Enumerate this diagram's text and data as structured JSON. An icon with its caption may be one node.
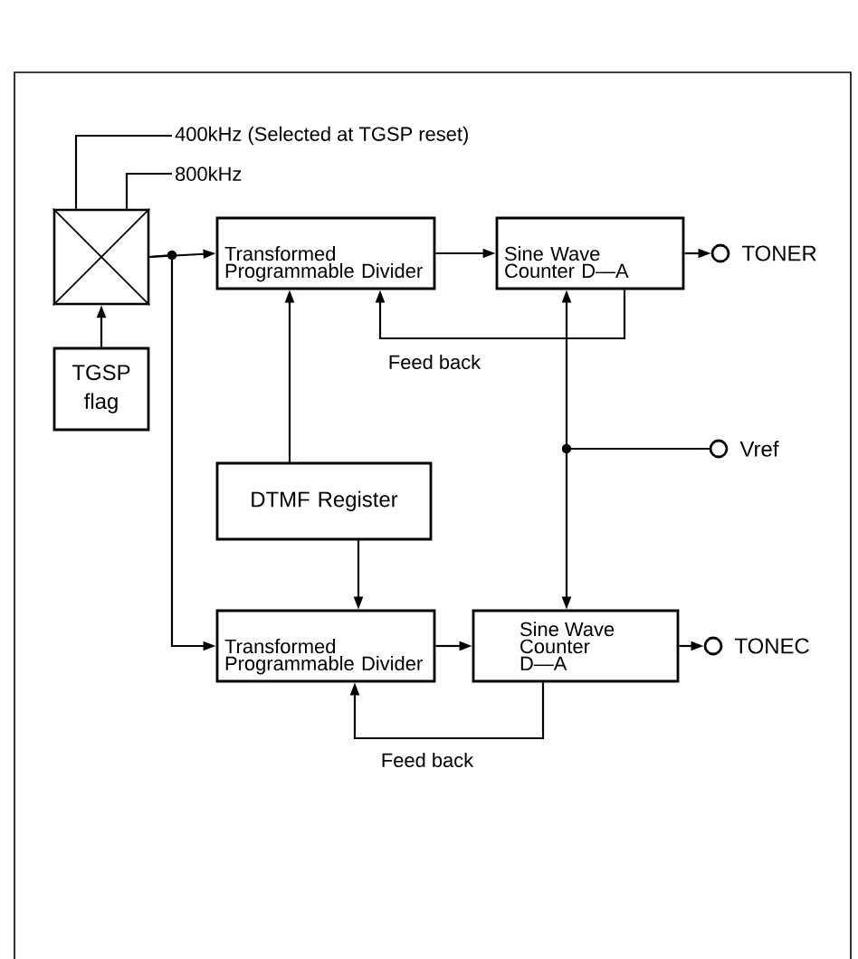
{
  "diagram": {
    "nodes": [
      {
        "text": [],
        "shape": "box"
      },
      {
        "text": [
          "TGSP flag"
        ]
      },
      {
        "text": [
          "Transformed Programmable Divider"
        ]
      },
      {
        "text": [
          "Sine Wave Counter D—A"
        ]
      },
      {
        "text": [
          "DTMF Register"
        ]
      },
      {
        "text": [
          "Transformed Programmable Divider"
        ]
      },
      {
        "text": [
          "Sine Wave Counter D—A"
        ]
      },
      {
        "text": [],
        "shape": "circle",
        "beside": [
          "TONER"
        ]
      },
      {
        "text": [],
        "shape": "circle",
        "beside": [
          "Vref"
        ]
      },
      {
        "text": [],
        "shape": "circle",
        "beside": [
          "TONEC"
        ]
      },
      {
        "text": [
          "400kHz (Selected at TGSP reset)"
        ]
      },
      {
        "text": [
          "800kHz"
        ]
      }
    ],
    "edges": [
      {
        "from": 1,
        "to": 0,
        "arrow": "to"
      },
      {
        "from": 0,
        "to": 2,
        "arrow": "to"
      },
      {
        "from": 0,
        "to": 5,
        "arrow": "to"
      },
      {
        "from": 2,
        "to": 3,
        "arrow": "to"
      },
      {
        "from": 3,
        "to": 7,
        "arrow": "to"
      },
      {
        "from": 3,
        "to": 2,
        "arrow": "to",
        "label": "Feed back"
      },
      {
        "from": 4,
        "to": 2,
        "arrow": "to"
      },
      {
        "from": 4,
        "to": 5,
        "arrow": "to"
      },
      {
        "from": 5,
        "to": 6,
        "arrow": "to"
      },
      {
        "from": 6,
        "to": 9,
        "arrow": "to"
      },
      {
        "from": 6,
        "to": 5,
        "arrow": "to",
        "label": "Feed back"
      },
      {
        "from": 8,
        "to": 3,
        "arrow": "to"
      },
      {
        "from": 8,
        "to": 6,
        "arrow": "to"
      },
      {
        "from": 10,
        "to": 0,
        "arrow": "none"
      },
      {
        "from": 11,
        "to": 0,
        "arrow": "none"
      }
    ]
  }
}
